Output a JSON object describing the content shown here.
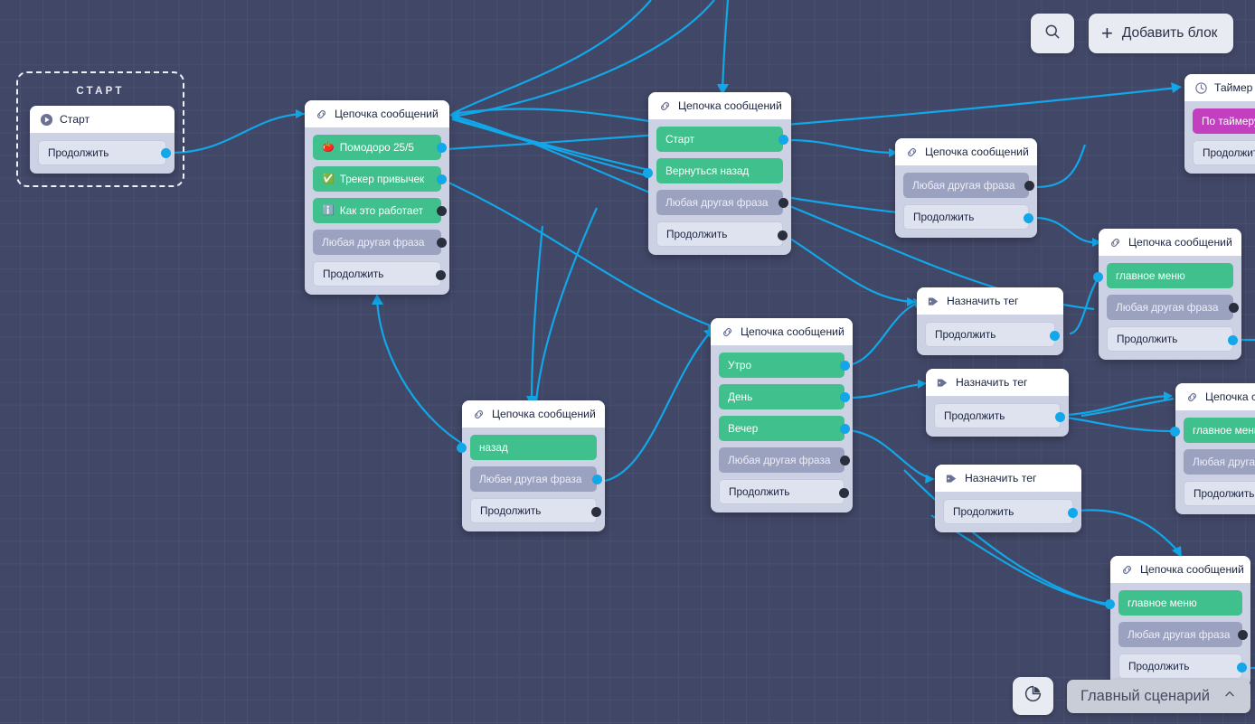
{
  "app": {
    "background_color": "#414767",
    "edge_color": "#11a7e8",
    "accent_green": "#3fc08c",
    "accent_purple": "#c23fc0",
    "node_body_color": "#ccd1e4"
  },
  "toolbar": {
    "search_label": "",
    "search_icon": "search-icon",
    "add_block_label": "Добавить блок",
    "add_block_icon": "plus-icon"
  },
  "bottom_bar": {
    "stats_icon": "pie-chart-icon",
    "scenario_label": "Главный сценарий",
    "scenario_chevron": "chevron-up-icon"
  },
  "start_block": {
    "title": "СТАРТ",
    "head_label": "Старт",
    "head_icon": "play-circle-icon",
    "continue_label": "Продолжить"
  },
  "nodes": [
    {
      "id": "n1",
      "title": "Цепочка сообщений",
      "icon": "message-chain-icon",
      "rows": [
        {
          "label": "Помодоро 25/5",
          "emoji": "🍅",
          "style": "green",
          "port": "blue"
        },
        {
          "label": "Трекер привычек",
          "emoji": "✅",
          "style": "green",
          "port": "blue"
        },
        {
          "label": "Как это работает",
          "emoji": "ℹ️",
          "style": "green",
          "port": "dark"
        },
        {
          "label": "Любая другая фраза",
          "emoji": "",
          "style": "gray",
          "port": "dark"
        },
        {
          "label": "Продолжить",
          "emoji": "",
          "style": "plain",
          "port": "dark"
        }
      ]
    },
    {
      "id": "n2",
      "title": "Цепочка сообщений",
      "icon": "message-chain-icon",
      "rows": [
        {
          "label": "Старт",
          "emoji": "",
          "style": "green",
          "port": "blue"
        },
        {
          "label": "Вернуться назад",
          "emoji": "",
          "style": "green",
          "port": "none"
        },
        {
          "label": "Любая другая фраза",
          "emoji": "",
          "style": "gray",
          "port": "dark"
        },
        {
          "label": "Продолжить",
          "emoji": "",
          "style": "plain",
          "port": "dark"
        }
      ]
    },
    {
      "id": "n3",
      "title": "Цепочка сообщений",
      "icon": "message-chain-icon",
      "rows": [
        {
          "label": "Любая другая фраза",
          "emoji": "",
          "style": "gray",
          "port": "dark"
        },
        {
          "label": "Продолжить",
          "emoji": "",
          "style": "plain",
          "port": "blue"
        }
      ]
    },
    {
      "id": "n4",
      "title": "Таймер",
      "icon": "clock-icon",
      "rows": [
        {
          "label": "По таймеру",
          "emoji": "",
          "style": "purple-row",
          "port": "none"
        },
        {
          "label": "Продолжить",
          "emoji": "",
          "style": "plain",
          "port": "none"
        }
      ]
    },
    {
      "id": "n5",
      "title": "Цепочка сообщений",
      "icon": "message-chain-icon",
      "rows": [
        {
          "label": "главное меню",
          "emoji": "",
          "style": "green",
          "port": "none"
        },
        {
          "label": "Любая другая фраза",
          "emoji": "",
          "style": "gray",
          "port": "dark"
        },
        {
          "label": "Продолжить",
          "emoji": "",
          "style": "plain",
          "port": "blue"
        }
      ]
    },
    {
      "id": "n6",
      "title": "Назначить тег",
      "icon": "tag-icon",
      "rows": [
        {
          "label": "Продолжить",
          "emoji": "",
          "style": "plain",
          "port": "blue"
        }
      ]
    },
    {
      "id": "n7",
      "title": "Назначить тег",
      "icon": "tag-icon",
      "rows": [
        {
          "label": "Продолжить",
          "emoji": "",
          "style": "plain",
          "port": "blue"
        }
      ]
    },
    {
      "id": "n8",
      "title": "Назначить тег",
      "icon": "tag-icon",
      "rows": [
        {
          "label": "Продолжить",
          "emoji": "",
          "style": "plain",
          "port": "blue"
        }
      ]
    },
    {
      "id": "n9",
      "title": "Цепочка сообщений",
      "icon": "message-chain-icon",
      "rows": [
        {
          "label": "назад",
          "emoji": "",
          "style": "green",
          "port": "none"
        },
        {
          "label": "Любая другая фраза",
          "emoji": "",
          "style": "gray",
          "port": "blue"
        },
        {
          "label": "Продолжить",
          "emoji": "",
          "style": "plain",
          "port": "dark"
        }
      ]
    },
    {
      "id": "n10",
      "title": "Цепочка сообщений",
      "icon": "message-chain-icon",
      "rows": [
        {
          "label": "Утро",
          "emoji": "",
          "style": "green",
          "port": "blue"
        },
        {
          "label": "День",
          "emoji": "",
          "style": "green",
          "port": "blue"
        },
        {
          "label": "Вечер",
          "emoji": "",
          "style": "green",
          "port": "blue"
        },
        {
          "label": "Любая другая фраза",
          "emoji": "",
          "style": "gray",
          "port": "dark"
        },
        {
          "label": "Продолжить",
          "emoji": "",
          "style": "plain",
          "port": "dark"
        }
      ]
    },
    {
      "id": "n11",
      "title": "Цепочка сообщений",
      "icon": "message-chain-icon",
      "rows": [
        {
          "label": "главное меню",
          "emoji": "",
          "style": "green",
          "port": "none"
        },
        {
          "label": "Любая другая фраза",
          "emoji": "",
          "style": "gray",
          "port": "dark"
        },
        {
          "label": "Продолжить",
          "emoji": "",
          "style": "plain",
          "port": "blue"
        }
      ]
    },
    {
      "id": "n12",
      "title": "Цепочка сообщений",
      "icon": "message-chain-icon",
      "rows": [
        {
          "label": "главное меню",
          "emoji": "",
          "style": "green",
          "port": "none"
        },
        {
          "label": "Любая другая фраза",
          "emoji": "",
          "style": "gray",
          "port": "none"
        },
        {
          "label": "Продолжить",
          "emoji": "",
          "style": "plain",
          "port": "none"
        }
      ]
    },
    {
      "id": "n13",
      "title": "Цепочка сообщений",
      "icon": "message-chain-icon",
      "rows": [
        {
          "label": "главное меню",
          "emoji": "",
          "style": "green",
          "port": "none"
        },
        {
          "label": "Любая другая фраза",
          "emoji": "",
          "style": "gray",
          "port": "dark"
        },
        {
          "label": "Продолжить",
          "emoji": "",
          "style": "plain",
          "port": "blue"
        }
      ]
    }
  ]
}
